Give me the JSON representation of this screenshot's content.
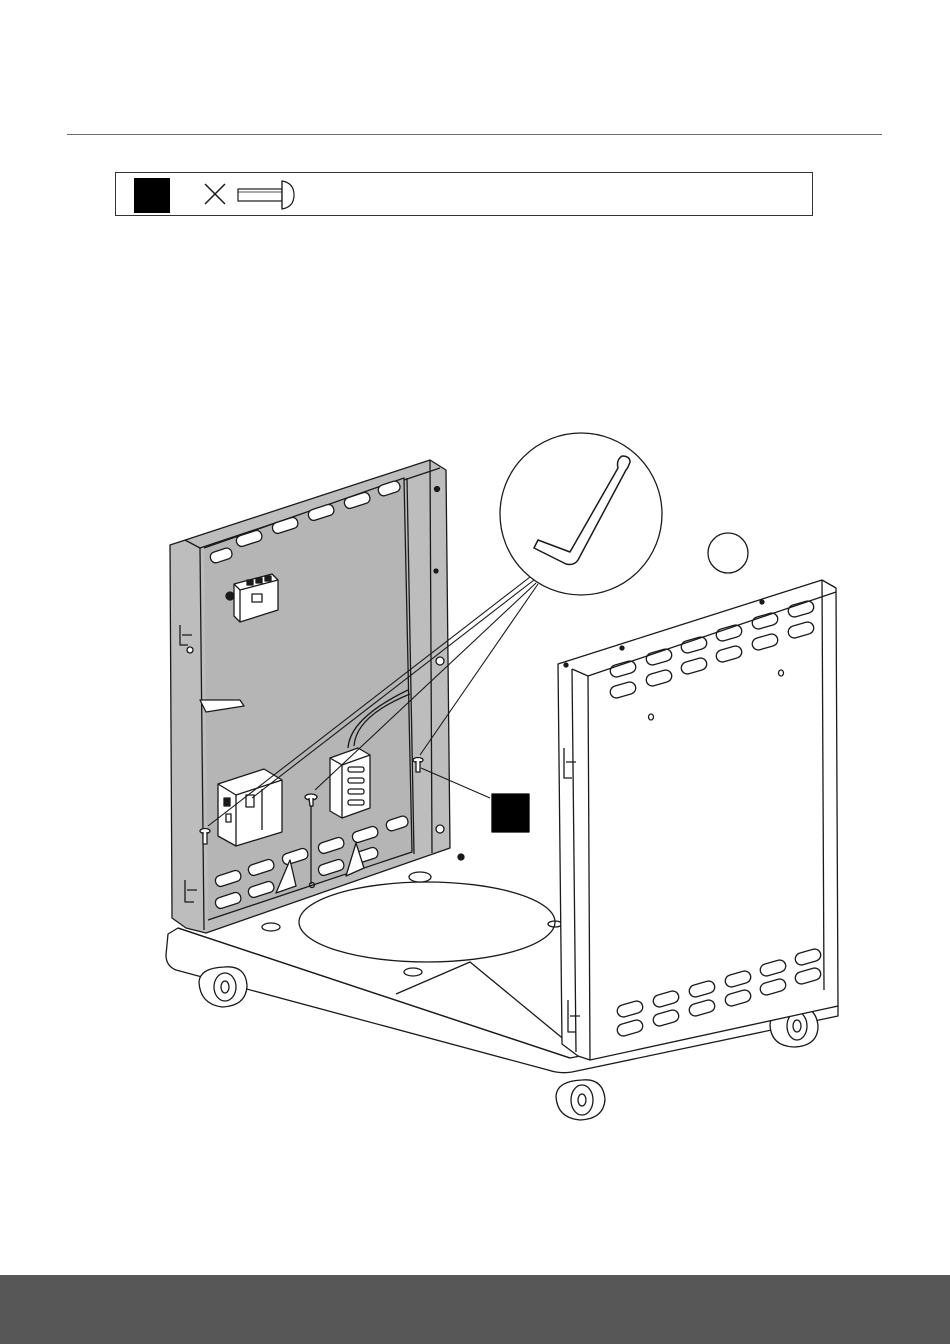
{
  "colors": {
    "rule": "#6b6b6b",
    "panel_fill": "#bdbdbd",
    "line": "#1a1a1a",
    "callout_square": "#000000",
    "footer": "#575757"
  },
  "parts_box": {
    "icons": [
      "black-square-marker",
      "times-icon",
      "bolt-icon"
    ]
  },
  "illustration": {
    "icons": [
      "hex-key-icon",
      "step-circle",
      "black-square-callout"
    ]
  }
}
